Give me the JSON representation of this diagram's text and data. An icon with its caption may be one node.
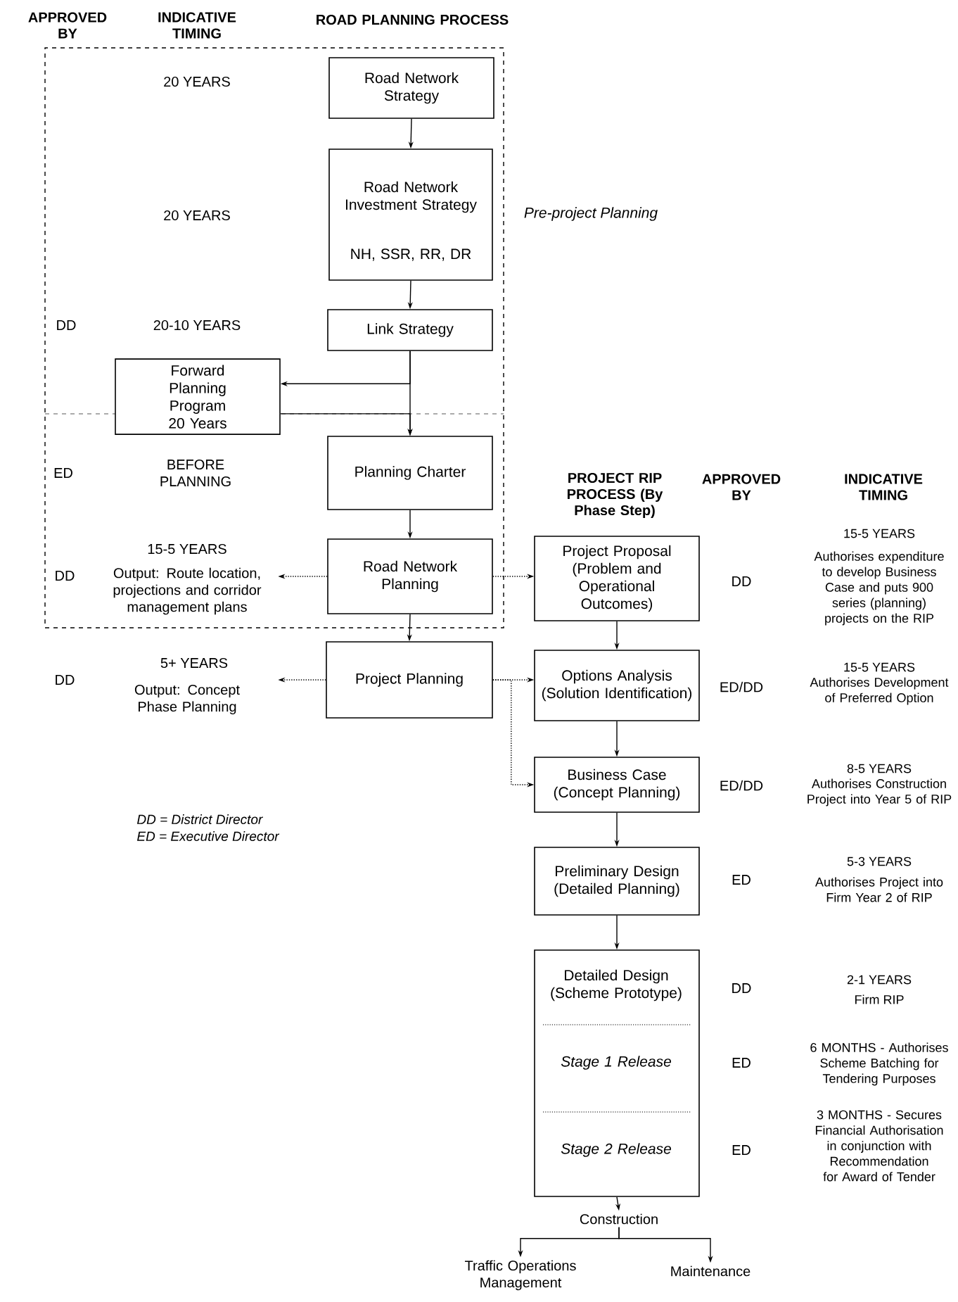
{
  "diagram": {
    "nodes": [
      {
        "text": [],
        "shape": "box",
        "beside": [
          "Pre-project Planning"
        ]
      },
      {
        "text": [
          "Road Network Strategy"
        ],
        "in": 0
      },
      {
        "text": [
          "Road Network Investment Strategy",
          "NH, SSR, RR, DR"
        ],
        "in": 0
      },
      {
        "text": [
          "Link Strategy"
        ],
        "in": 0
      },
      {
        "text": [
          "Forward Planning Program 20 Years"
        ],
        "in": 0
      },
      {
        "text": [
          "Planning Charter"
        ],
        "in": 0
      },
      {
        "text": [
          "Road Network Planning"
        ],
        "in": 0
      },
      {
        "text": [
          "Output: Route location, projections and corridor management plans"
        ],
        "in": 0
      },
      {
        "text": [
          "Project Planning"
        ]
      },
      {
        "text": [
          "Output: Concept Phase Planning"
        ]
      },
      {
        "text": [
          "Project Proposal (Problem and Operational Outcomes)"
        ]
      },
      {
        "text": [
          "Options Analysis (Solution Identification)"
        ]
      },
      {
        "text": [
          "Business Case (Concept Planning)"
        ]
      },
      {
        "text": [
          "Preliminary Design (Detailed Planning)"
        ]
      },
      {
        "text": [
          "Detailed Design (Scheme Prototype)",
          "Stage 1 Release",
          "Stage 2 Release"
        ]
      },
      {
        "text": [
          "Construction"
        ]
      },
      {
        "text": [
          "Traffic Operations Management"
        ]
      },
      {
        "text": [
          "Maintenance"
        ]
      }
    ],
    "edges": [
      {
        "from": 1,
        "to": 2,
        "arrow": "to"
      },
      {
        "from": 2,
        "to": 3,
        "arrow": "to"
      },
      {
        "from": 3,
        "to": 4,
        "arrow": "to"
      },
      {
        "from": 3,
        "to": 5,
        "arrow": "to"
      },
      {
        "from": 4,
        "to": 5,
        "arrow": "to"
      },
      {
        "from": 5,
        "to": 6,
        "arrow": "to"
      },
      {
        "from": 6,
        "to": 7,
        "arrow": "to",
        "style": "dashed"
      },
      {
        "from": 6,
        "to": 8,
        "arrow": "to"
      },
      {
        "from": 6,
        "to": 10,
        "arrow": "to",
        "style": "dashed"
      },
      {
        "from": 8,
        "to": 9,
        "arrow": "to",
        "style": "dashed"
      },
      {
        "from": 8,
        "to": 11,
        "arrow": "to",
        "style": "dashed"
      },
      {
        "from": 8,
        "to": 12,
        "arrow": "to",
        "style": "dashed"
      },
      {
        "from": 10,
        "to": 11,
        "arrow": "to"
      },
      {
        "from": 11,
        "to": 12,
        "arrow": "to"
      },
      {
        "from": 12,
        "to": 13,
        "arrow": "to"
      },
      {
        "from": 13,
        "to": 14,
        "arrow": "to"
      },
      {
        "from": 14,
        "to": 15,
        "arrow": "to"
      },
      {
        "from": 15,
        "to": 16,
        "arrow": "to"
      },
      {
        "from": 15,
        "to": 17,
        "arrow": "to"
      }
    ],
    "labels": [
      "APPROVED BY",
      "INDICATIVE TIMING",
      "ROAD PLANNING PROCESS",
      "20 YEARS",
      "20 YEARS",
      "DD",
      "20-10 YEARS",
      "ED",
      "BEFORE PLANNING",
      "15-5 YEARS",
      "DD",
      "5+ YEARS",
      "DD",
      "DD = District Director",
      "ED = Executive Director",
      "PROJECT RIP PROCESS (By Phase Step)",
      "APPROVED BY",
      "INDICATIVE TIMING",
      "DD",
      "15-5 YEARS",
      "Authorises expenditure to develop Business Case and puts 900 series (planning) projects on the RIP",
      "ED/DD",
      "15-5 YEARS",
      "Authorises Development of Preferred Option",
      "ED/DD",
      "8-5 YEARS",
      "Authorises Construction Project into Year 5 of RIP",
      "ED",
      "5-3 YEARS",
      "Authorises Project into Firm Year 2 of RIP",
      "DD",
      "2-1 YEARS",
      "Firm RIP",
      "ED",
      "6 MONTHS - Authorises Scheme Batching for Tendering Purposes",
      "ED",
      "3 MONTHS - Secures Financial Authorisation in conjunction with Recommendation for Award of Tender"
    ]
  }
}
